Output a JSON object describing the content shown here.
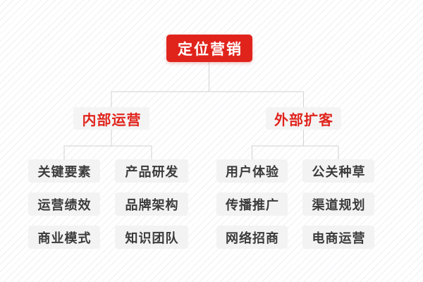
{
  "root": {
    "label": "定位营销"
  },
  "branches": [
    {
      "label": "内部运营",
      "items": [
        "关键要素",
        "产品研发",
        "运营绩效",
        "品牌架构",
        "商业模式",
        "知识团队"
      ]
    },
    {
      "label": "外部扩客",
      "items": [
        "用户体验",
        "公关种草",
        "传播推广",
        "渠道规划",
        "网络招商",
        "电商运营"
      ]
    }
  ],
  "colors": {
    "accent_red": "#e0241c",
    "node_background": "#f3f3f4",
    "leaf_text": "#3b3b3b",
    "connector_line": "#d2d2d2",
    "background_stripe": "#f0f0f4"
  }
}
